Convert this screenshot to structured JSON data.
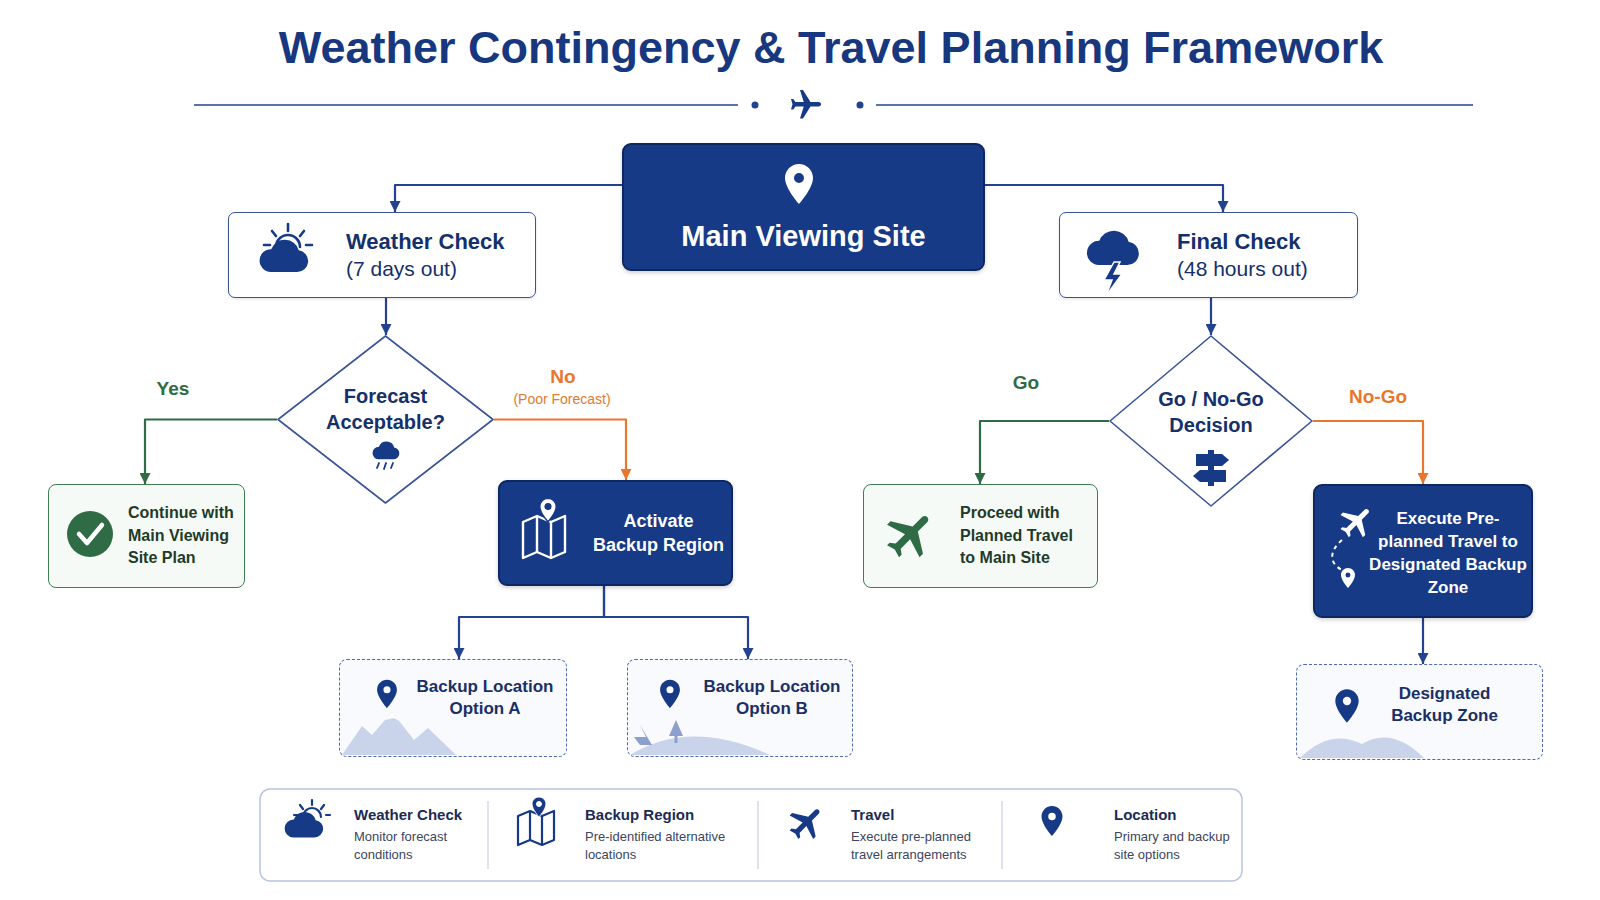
{
  "diagram": {
    "title": "Weather Contingency & Travel Planning Framework",
    "nodes": [
      {
        "text": [
          "Main Viewing Site"
        ]
      },
      {
        "text": [
          "Weather Check",
          "(7 days out)"
        ]
      },
      {
        "text": [
          "Final Check",
          "(48 hours out)"
        ]
      },
      {
        "text": [
          "Forecast Acceptable?"
        ]
      },
      {
        "text": [
          "Go / No-Go Decision"
        ]
      },
      {
        "text": [
          "Continue with Main Viewing Site Plan"
        ]
      },
      {
        "text": [
          "Activate Backup Region"
        ]
      },
      {
        "text": [
          "Proceed with Planned Travel to Main Site"
        ]
      },
      {
        "text": [
          "Execute Pre-planned Travel to Designated Backup Zone"
        ]
      },
      {
        "text": [
          "Backup Location Option A"
        ]
      },
      {
        "text": [
          "Backup Location Option B"
        ]
      },
      {
        "text": [
          "Designated Backup Zone"
        ]
      }
    ],
    "edges": [
      {
        "from": 0,
        "to": 1,
        "arrow": "to"
      },
      {
        "from": 0,
        "to": 2,
        "arrow": "to"
      },
      {
        "from": 1,
        "to": 3,
        "arrow": "to"
      },
      {
        "from": 2,
        "to": 4,
        "arrow": "to"
      },
      {
        "from": 3,
        "to": 5,
        "label": "Yes",
        "arrow": "to"
      },
      {
        "from": 3,
        "to": 6,
        "label": "No",
        "arrow": "to"
      },
      {
        "from": 4,
        "to": 7,
        "label": "Go",
        "arrow": "to"
      },
      {
        "from": 4,
        "to": 8,
        "label": "No-Go",
        "arrow": "to"
      },
      {
        "from": 6,
        "to": 9,
        "arrow": "to"
      },
      {
        "from": 6,
        "to": 10,
        "arrow": "to"
      },
      {
        "from": 8,
        "to": 11,
        "arrow": "to"
      }
    ],
    "labels": [
      "(Poor Forecast)",
      "Monitor forecast conditions",
      "Pre-identified alternative locations",
      "Execute pre-planned travel arrangements",
      "Primary and backup site options"
    ],
    "legend": [
      {
        "text": "Weather Check"
      },
      {
        "text": "Backup Region"
      },
      {
        "text": "Travel"
      },
      {
        "text": "Location"
      }
    ]
  }
}
